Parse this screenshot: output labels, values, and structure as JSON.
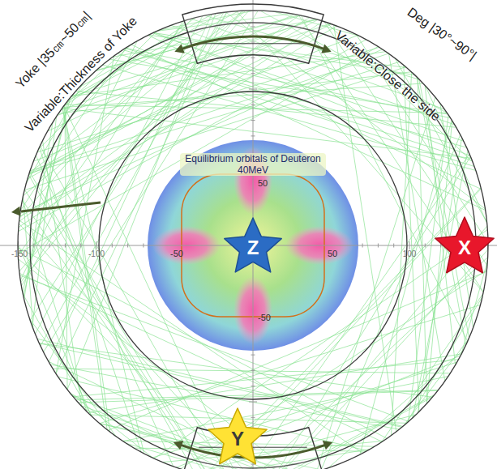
{
  "diagram": {
    "nodes": [
      {
        "text": [
          "Equilibrium orbitals of Deuteron 40MeV"
        ]
      },
      {
        "text": [
          "Z"
        ],
        "in": 0
      },
      {
        "text": [
          "X"
        ]
      },
      {
        "text": [
          "Y"
        ]
      }
    ],
    "labels": [
      "Yoke |35㎝~50㎝|",
      "Variable:Thickness of Yoke",
      "Deg |30°~90°|",
      "Variable:Close the side",
      "-150",
      "-100",
      "-50",
      "50",
      "100",
      "50",
      "-50"
    ]
  }
}
